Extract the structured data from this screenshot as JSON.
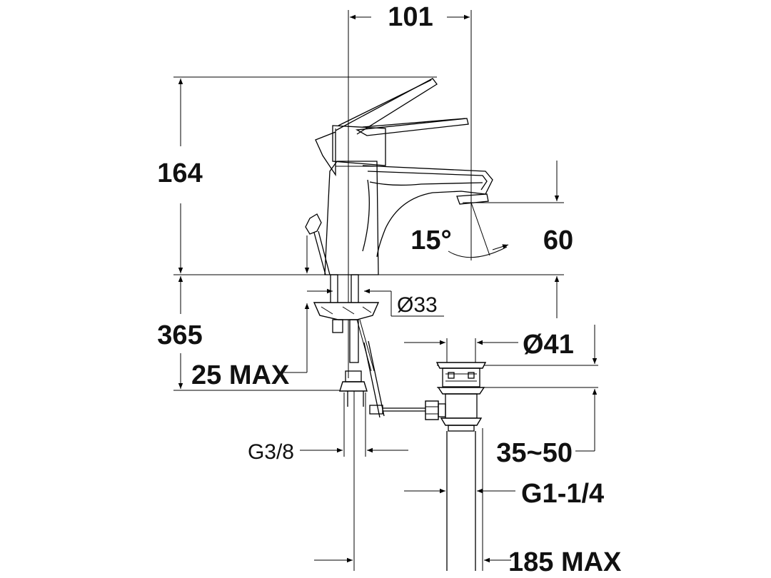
{
  "dimensions": {
    "top_width": "101",
    "height_164": "164",
    "spout_height": "60",
    "spout_angle": "15°",
    "hole_diameter": "Ø33",
    "length_365": "365",
    "deck_max": "25 MAX",
    "waste_diameter": "Ø41",
    "waste_range": "35~50",
    "inlet_thread": "G3/8",
    "waste_thread": "G1-1/4",
    "bottom_max": "185 MAX"
  }
}
